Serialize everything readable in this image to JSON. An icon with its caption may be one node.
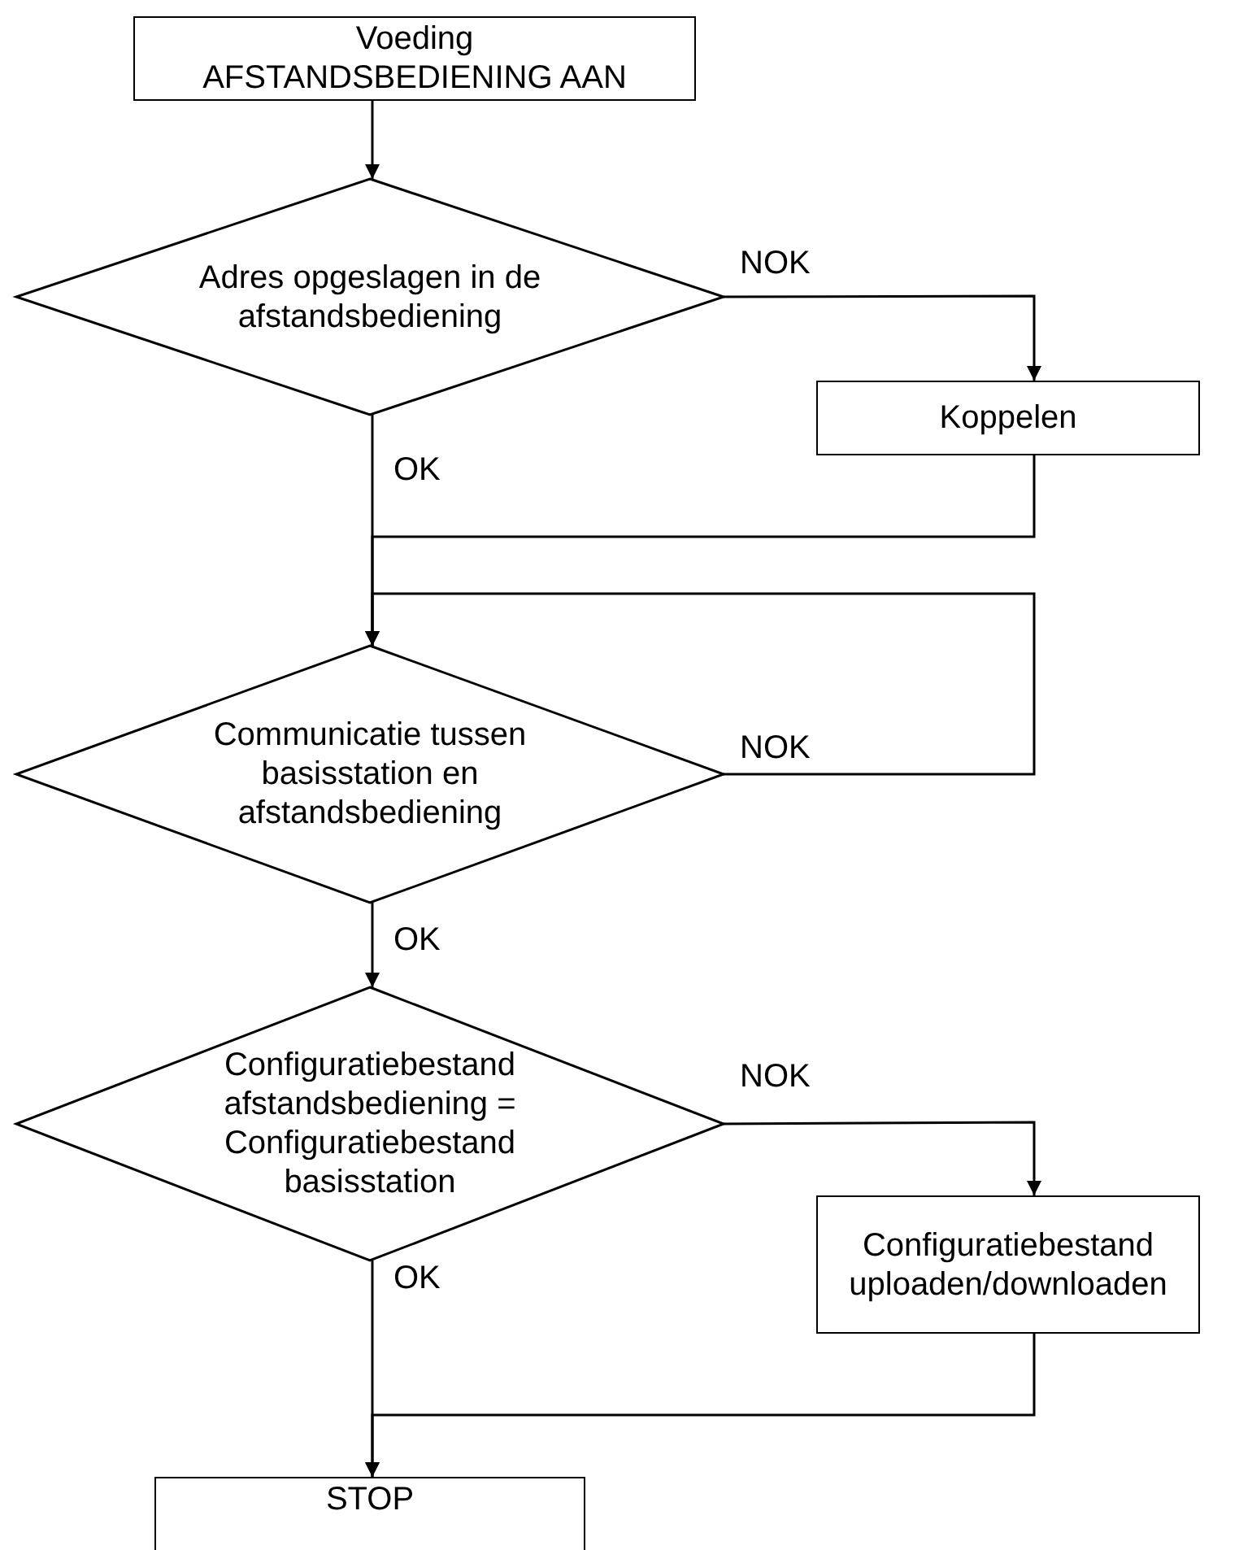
{
  "diagram": {
    "nodes": [
      {
        "text": [
          "Voeding AFSTANDSBEDIENING AAN"
        ]
      },
      {
        "text": [
          "Adres opgeslagen in de afstandsbediening"
        ]
      },
      {
        "text": [
          "Koppelen"
        ]
      },
      {
        "text": [
          "Communicatie tussen basisstation en afstandsbediening"
        ]
      },
      {
        "text": [
          "Configuratiebestand afstandsbediening = Configuratiebestand basisstation"
        ]
      },
      {
        "text": [
          "Configuratiebestand uploaden/downloaden"
        ]
      },
      {
        "text": [
          "STOP"
        ]
      }
    ],
    "edges": [
      {
        "from": 0,
        "to": 1,
        "arrow": "to"
      },
      {
        "from": 1,
        "to": 2,
        "arrow": "to",
        "label": "NOK"
      },
      {
        "from": 1,
        "to": 3,
        "arrow": "to",
        "label": "OK"
      },
      {
        "from": 2,
        "to": 3,
        "arrow": "to"
      },
      {
        "from": 3,
        "to": 3,
        "arrow": "to",
        "label": "NOK"
      },
      {
        "from": 3,
        "to": 4,
        "arrow": "to",
        "label": "OK"
      },
      {
        "from": 4,
        "to": 5,
        "arrow": "to",
        "label": "NOK"
      },
      {
        "from": 4,
        "to": 6,
        "arrow": "to",
        "label": "OK"
      },
      {
        "from": 5,
        "to": 6,
        "arrow": "to"
      }
    ]
  }
}
